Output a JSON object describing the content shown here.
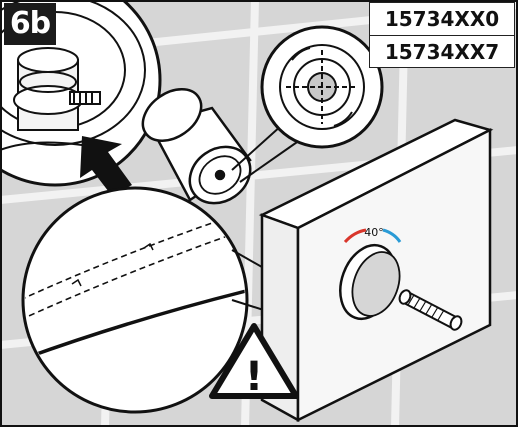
{
  "step": {
    "label": "6b"
  },
  "models": [
    "15734XX0",
    "15734XX7"
  ],
  "dial": {
    "temperature_label": "40°"
  },
  "warning": {
    "symbol": "!"
  },
  "colors": {
    "hot": "#d9362b",
    "cold": "#2a9bd6",
    "wall_tile": "#d6d6d6",
    "grout": "#f2f2f2",
    "ink": "#111111"
  }
}
